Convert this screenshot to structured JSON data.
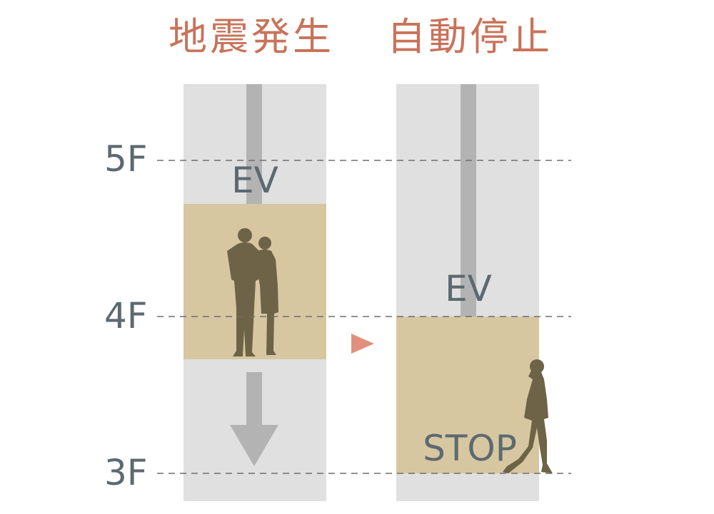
{
  "colors": {
    "title": "#c8735a",
    "label": "#5d6970",
    "shaft": "#e0e0e0",
    "cable": "#b3b3b3",
    "car": "#d6c7a1",
    "silhouette": "#6e6347",
    "guide": "#6e6e6e",
    "transition_arrow": "#e0907c"
  },
  "titles": {
    "left": "地震発生",
    "right": "自動停止"
  },
  "floors": [
    "5F",
    "4F",
    "3F"
  ],
  "left_panel": {
    "car_label": "EV",
    "motion": "down-arrow-icon"
  },
  "right_panel": {
    "car_label": "EV",
    "status_label": "STOP"
  },
  "icons": {
    "transition": "right-triangle-icon",
    "people": "couple-silhouette-icon",
    "walker": "walking-woman-silhouette-icon"
  }
}
